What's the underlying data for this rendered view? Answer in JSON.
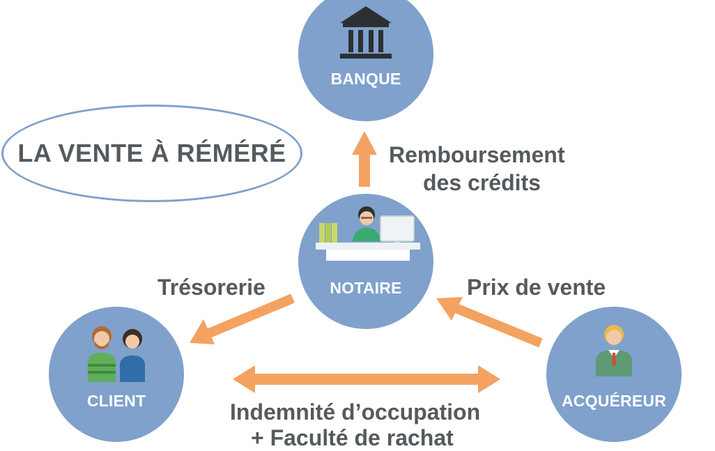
{
  "title": "LA VENTE À RÉMÉRÉ",
  "nodes": {
    "banque": {
      "label": "BANQUE",
      "icon": "bank-icon"
    },
    "notaire": {
      "label": "NOTAIRE",
      "icon": "notary-at-desk-icon"
    },
    "client": {
      "label": "CLIENT",
      "icon": "couple-icon"
    },
    "acquereur": {
      "label": "ACQUÉREUR",
      "icon": "businessman-icon"
    }
  },
  "edges": {
    "remboursement_line1": "Remboursement",
    "remboursement_line2": "des crédits",
    "tresorerie": "Trésorerie",
    "prix_de_vente": "Prix de vente",
    "indemnite_line1": "Indemnité d’occupation",
    "indemnite_line2": "+ Faculté de rachat"
  },
  "colors": {
    "circle": "#7fa1cc",
    "arrow": "#f4a261",
    "text": "#555a5e"
  }
}
